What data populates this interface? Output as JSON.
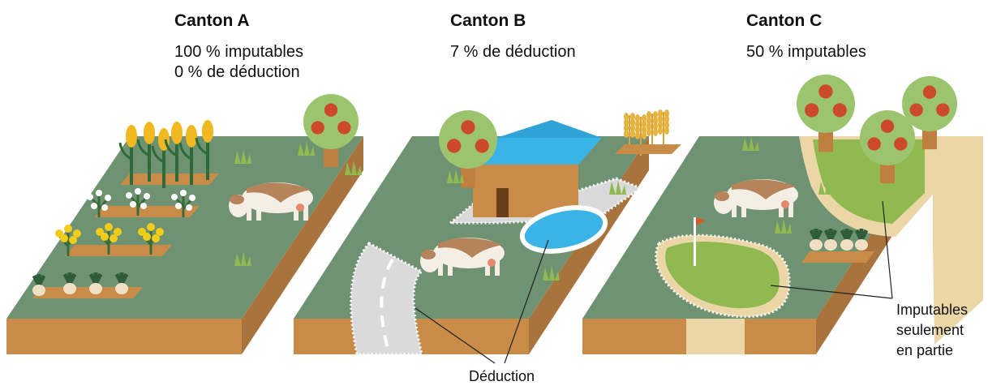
{
  "cantons": [
    {
      "title": "Canton A",
      "lines": [
        "100 % imputables",
        "0 % de déduction"
      ]
    },
    {
      "title": "Canton B",
      "lines": [
        "7 % de déduction"
      ]
    },
    {
      "title": "Canton C",
      "lines": [
        "50 % imputables"
      ]
    }
  ],
  "callouts": {
    "deduction": "Déduction",
    "partial": [
      "Imputables",
      "seulement",
      "en partie"
    ]
  },
  "colors": {
    "grass": "#6e9272",
    "soil_front": "#c98c48",
    "soil_side": "#a8733c",
    "tree_crown": "#9cc36e",
    "apple": "#cc4a2a",
    "trunk": "#bf7f3f",
    "water": "#3ab3e6",
    "green": "#90ba50",
    "sand": "#ebd6a8",
    "road": "#dadada"
  },
  "icons": [
    "tree-icon",
    "cow-icon",
    "corn-icon",
    "cotton-plant-icon",
    "rapeseed-icon",
    "beet-icon",
    "wheat-icon",
    "barn-icon",
    "pond-icon",
    "road-icon",
    "golf-green-icon",
    "flag-icon",
    "grass-tuft-icon"
  ]
}
